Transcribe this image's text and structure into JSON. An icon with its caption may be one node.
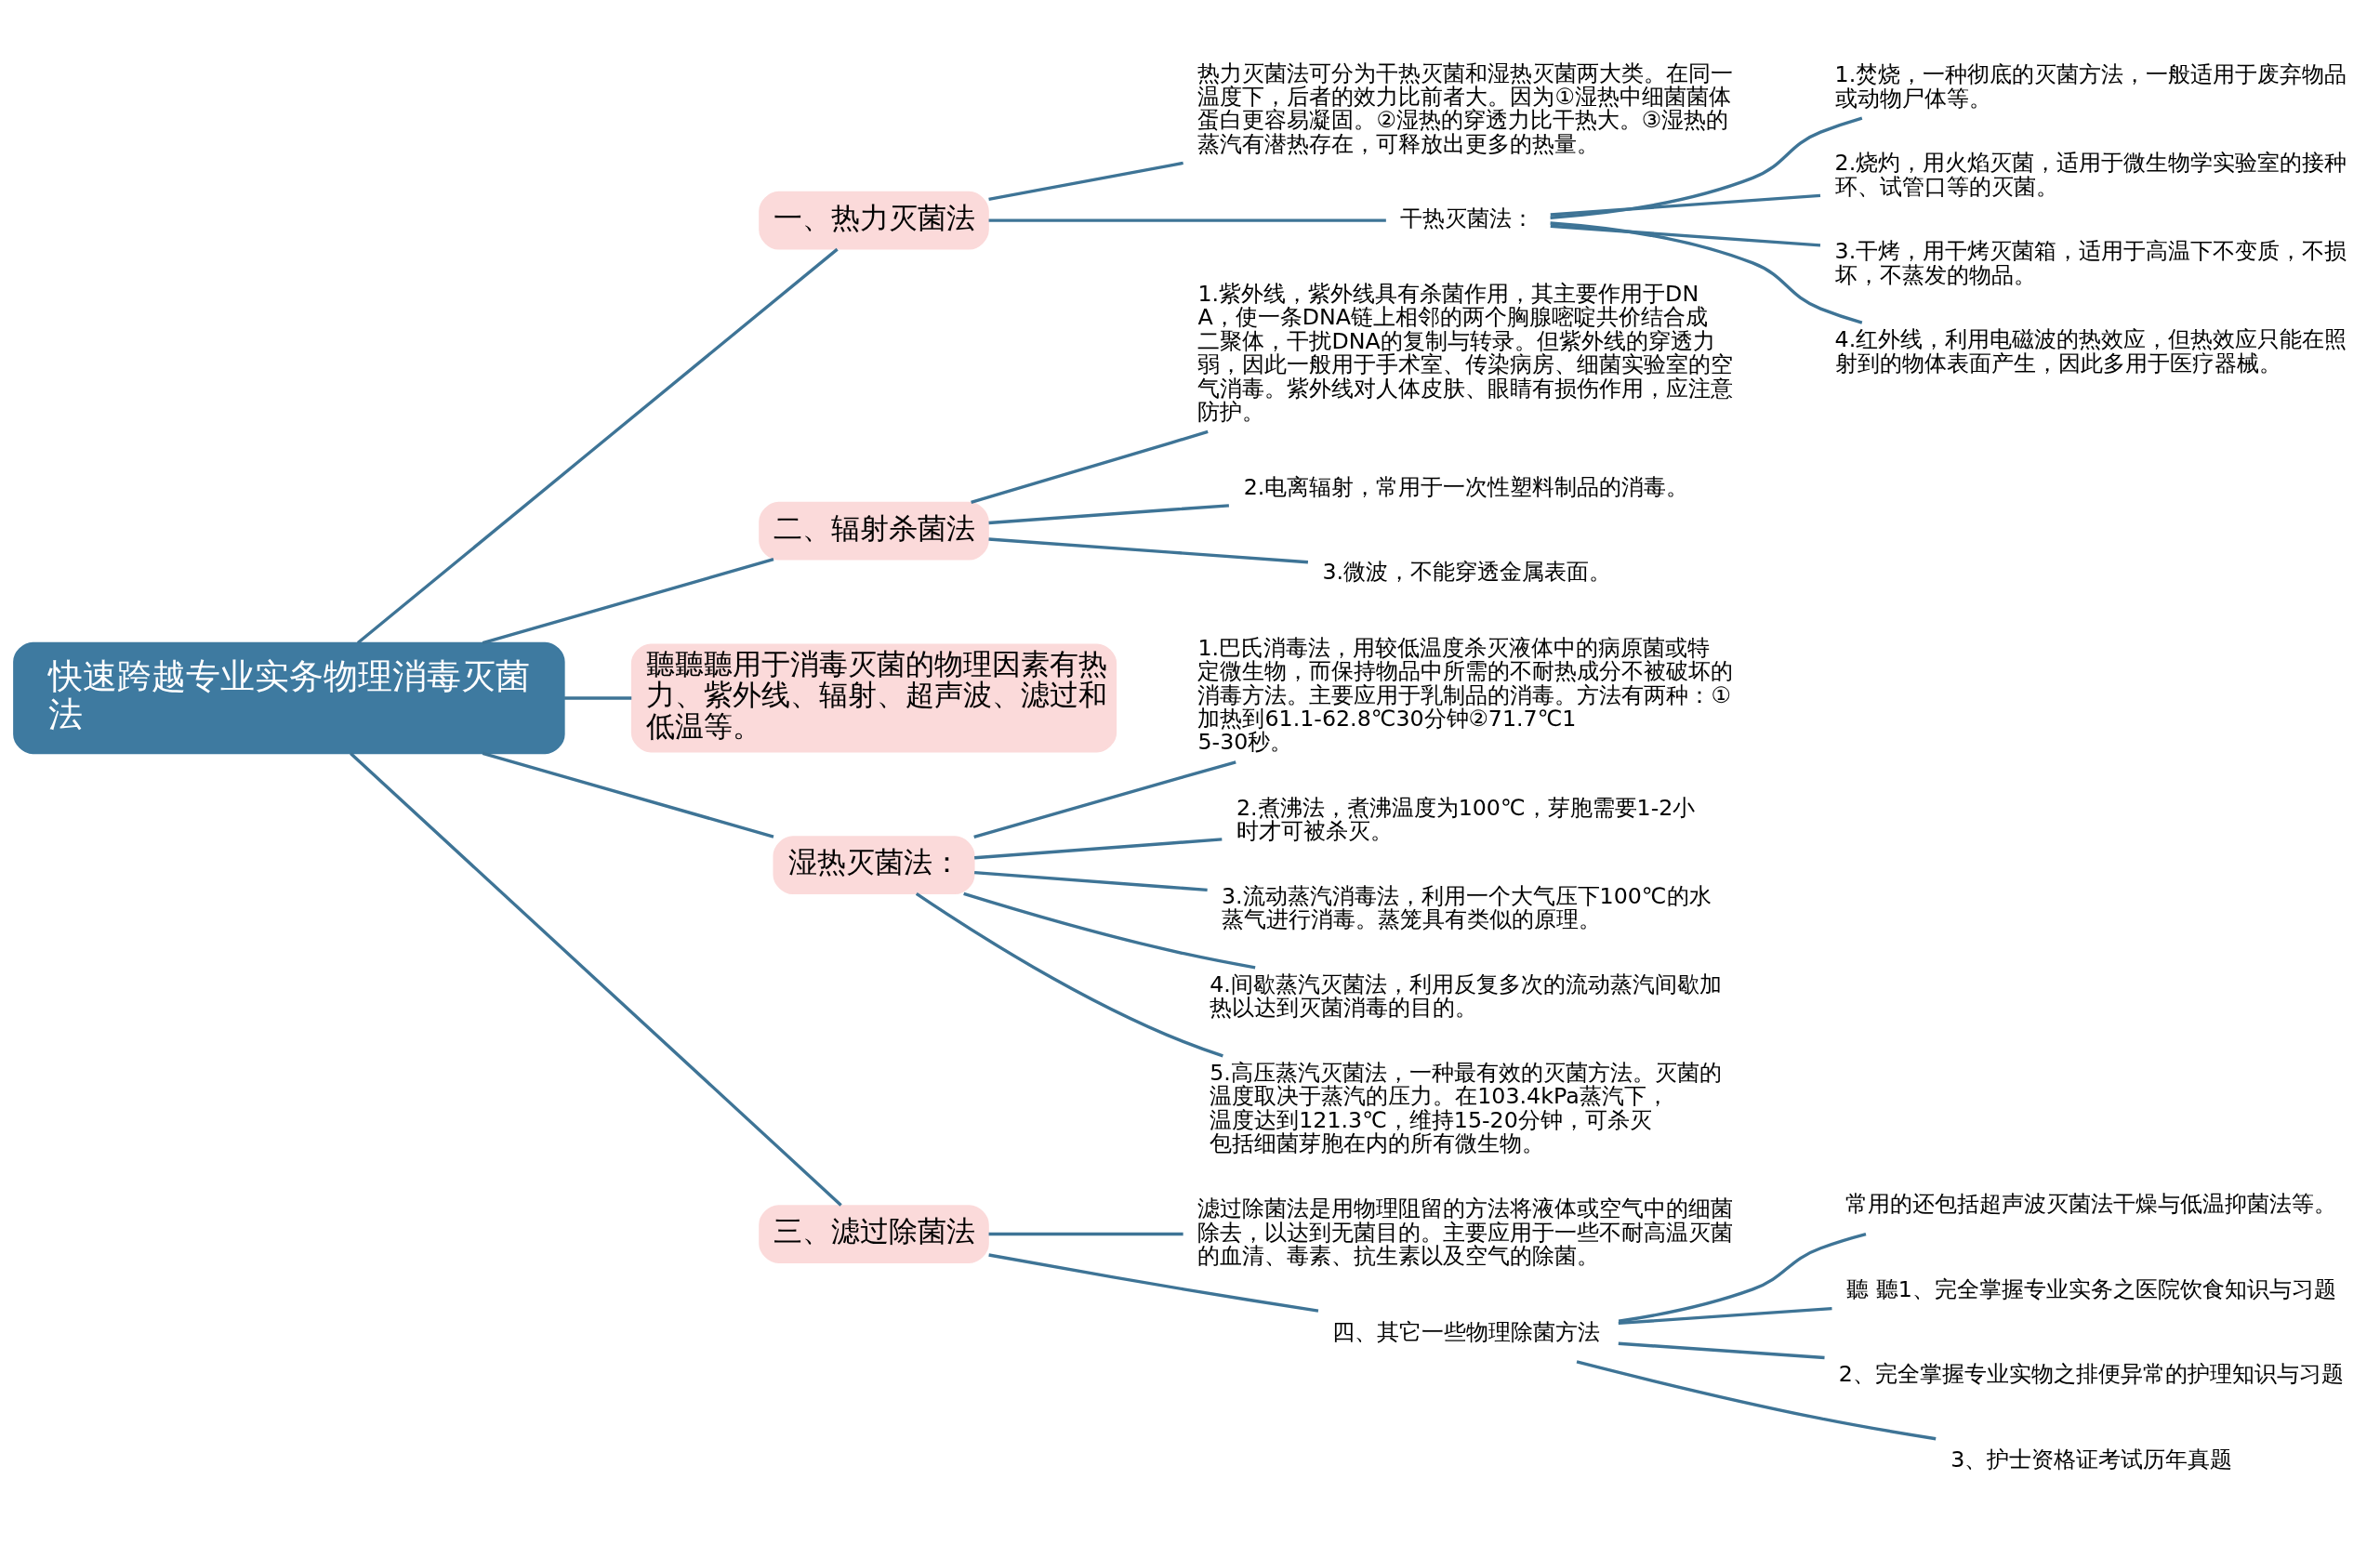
{
  "diagram": {
    "nodes": [
      {
        "text": [
          "快速跨越专业实务物理消毒灭菌法"
        ]
      },
      {
        "text": [
          "一、热力灭菌法"
        ]
      },
      {
        "text": [
          "热力灭菌法可分为干热灭菌和湿热灭菌两大类。在同一温度下，后者的效力比前者大。因为①湿热中细菌菌体蛋白更容易凝固。②湿热的穿透力比干热大。③湿热的蒸汽有潜热存在，可释放出更多的热量。"
        ]
      },
      {
        "text": [
          "干热灭菌法："
        ]
      },
      {
        "text": [
          "1.焚烧，一种彻底的灭菌方法，一般适用于废弃物品或动物尸体等。"
        ]
      },
      {
        "text": [
          "2.烧灼，用火焰灭菌，适用于微生物学实验室的接种环、试管口等的灭菌。"
        ]
      },
      {
        "text": [
          "3.干烤，用干烤灭菌箱，适用于高温下不变质，不损坏，不蒸发的物品。"
        ]
      },
      {
        "text": [
          "4.红外线，利用电磁波的热效应，但热效应只能在照射到的物体表面产生，因此多用于医疗器械。"
        ]
      },
      {
        "text": [
          "二、辐射杀菌法"
        ]
      },
      {
        "text": [
          "1.紫外线，紫外线具有杀菌作用，其主要作用于DNA，使一条DNA链上相邻的两个胸腺嘧啶共价结合成二聚体，干扰DNA的复制与转录。但紫外线的穿透力弱，因此一般用于手术室、传染病房、细菌实验室的空气消毒。紫外线对人体皮肤、眼睛有损伤作用，应注意防护。"
        ]
      },
      {
        "text": [
          "2.电离辐射，常用于一次性塑料制品的消毒。"
        ]
      },
      {
        "text": [
          "3.微波，不能穿透金属表面。"
        ]
      },
      {
        "text": [
          "聽聽聽用于消毒灭菌的物理因素有热力、紫外线、辐射、超声波、滤过和低温等。"
        ]
      },
      {
        "text": [
          "湿热灭菌法："
        ]
      },
      {
        "text": [
          "1.巴氏消毒法，用较低温度杀灭液体中的病原菌或特定微生物，而保持物品中所需的不耐热成分不被破坏的消毒方法。主要应用于乳制品的消毒。方法有两种：①加热到61.1-62.8℃30分钟②71.7℃15-30秒。"
        ]
      },
      {
        "text": [
          "2.煮沸法，煮沸温度为100℃，芽胞需要1-2小时才可被杀灭。"
        ]
      },
      {
        "text": [
          "3.流动蒸汽消毒法，利用一个大气压下100℃的水蒸气进行消毒。蒸笼具有类似的原理。"
        ]
      },
      {
        "text": [
          "4.间歇蒸汽灭菌法，利用反复多次的流动蒸汽间歇加热以达到灭菌消毒的目的。"
        ]
      },
      {
        "text": [
          "5.高压蒸汽灭菌法，一种最有效的灭菌方法。灭菌的温度取决于蒸汽的压力。在103.4kPa蒸汽下，温度达到121.3℃，维持15-20分钟，可杀灭包括细菌芽胞在内的所有微生物。"
        ]
      },
      {
        "text": [
          "三、滤过除菌法"
        ]
      },
      {
        "text": [
          "滤过除菌法是用物理阻留的方法将液体或空气中的细菌除去，以达到无菌目的。主要应用于一些不耐高温灭菌的血清、毒素、抗生素以及空气的除菌。"
        ]
      },
      {
        "text": [
          "四、其它一些物理除菌方法"
        ]
      },
      {
        "text": [
          "常用的还包括超声波灭菌法干燥与低温抑菌法等。"
        ]
      },
      {
        "text": [
          "聽 聽1、完全掌握专业实务之医院饮食知识与习题"
        ]
      },
      {
        "text": [
          "2、完全掌握专业实物之排便异常的护理知识与习题"
        ]
      },
      {
        "text": [
          "3、护士资格证考试历年真题"
        ]
      }
    ],
    "edges": [
      {
        "from": 0,
        "to": 1,
        "arrow": "none"
      },
      {
        "from": 1,
        "to": 2,
        "arrow": "none"
      },
      {
        "from": 1,
        "to": 3,
        "arrow": "none"
      },
      {
        "from": 3,
        "to": 4,
        "arrow": "none"
      },
      {
        "from": 3,
        "to": 5,
        "arrow": "none"
      },
      {
        "from": 3,
        "to": 6,
        "arrow": "none"
      },
      {
        "from": 3,
        "to": 7,
        "arrow": "none"
      },
      {
        "from": 0,
        "to": 8,
        "arrow": "none"
      },
      {
        "from": 8,
        "to": 9,
        "arrow": "none"
      },
      {
        "from": 8,
        "to": 10,
        "arrow": "none"
      },
      {
        "from": 8,
        "to": 11,
        "arrow": "none"
      },
      {
        "from": 0,
        "to": 12,
        "arrow": "none"
      },
      {
        "from": 0,
        "to": 13,
        "arrow": "none"
      },
      {
        "from": 13,
        "to": 14,
        "arrow": "none"
      },
      {
        "from": 13,
        "to": 15,
        "arrow": "none"
      },
      {
        "from": 13,
        "to": 16,
        "arrow": "none"
      },
      {
        "from": 13,
        "to": 17,
        "arrow": "none"
      },
      {
        "from": 13,
        "to": 18,
        "arrow": "none"
      },
      {
        "from": 0,
        "to": 19,
        "arrow": "none"
      },
      {
        "from": 19,
        "to": 20,
        "arrow": "none"
      },
      {
        "from": 19,
        "to": 21,
        "arrow": "none"
      },
      {
        "from": 21,
        "to": 22,
        "arrow": "none"
      },
      {
        "from": 21,
        "to": 23,
        "arrow": "none"
      },
      {
        "from": 21,
        "to": 24,
        "arrow": "none"
      },
      {
        "from": 21,
        "to": 25,
        "arrow": "none"
      }
    ]
  }
}
